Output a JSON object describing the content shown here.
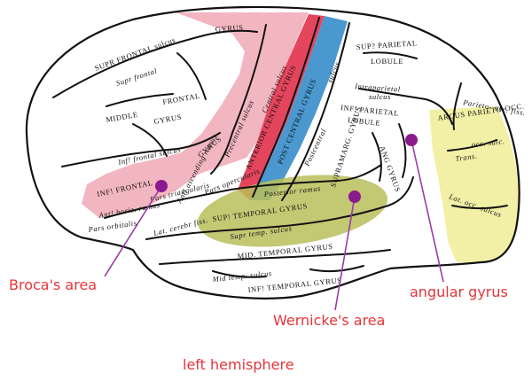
{
  "colors": {
    "pink": "#f2b6c0",
    "red": "#e4455d",
    "blue": "#4a98cf",
    "olive": "#b9be5a",
    "yellow": "#f1f0a6",
    "marker": "#8a1a8e",
    "pointer": "#9b3aa8",
    "label": "#e5353a"
  },
  "annotations": {
    "broca": "Broca's area",
    "wernicke": "Wernicke's area",
    "angular": "angular gyrus",
    "hemisphere": "left hemisphere"
  },
  "brain_labels": {
    "gyrus_top": "GYRUS",
    "sup_frontal_sulcus": "SUPR FRONTAL sulcus",
    "supr_frontal": "Supr frontal",
    "middle": "MIDDLE",
    "frontal": "FRONTAL",
    "gyrus_mid": "GYRUS",
    "inf_frontal_sulcus": "Inf! frontal sulcus",
    "infr_frontal": "INF! FRONTAL",
    "pars_triangularis": "Pars triangularis",
    "ant_horiz_ramus": "Ant! horiz. ramus",
    "pars_orbitalis": "Pars orbitalis",
    "lat_cereb_fiss": "Lat. cerebr fiss.",
    "gyrus_low": "GYRUS",
    "ant_asc_ramus": "Ant! ascending ramus",
    "pars_opercularis": "Pars opercularis",
    "precentral_sulcus": "Precentral sulcus",
    "anterior_central_gyrus": "ANTERIOR CENTRAL GYRUS",
    "central_sulcus": "Central sulcus",
    "post_central_gyrus": "POST CENTRAL GYRUS",
    "postcentral": "Postcentral",
    "sulcus": "sulcus",
    "supr_parietal": "SUP? PARIETAL",
    "lobule": "LOBULE",
    "intraparietal": "Intraparietal",
    "sulcus2": "sulcus",
    "infr_parietal": "INF! PARIETAL",
    "lobule2": "LOBULE",
    "supramarg_gyrus": "SUPRAMARG. GYRUS",
    "ang_gyrus": "ANG GYRUS",
    "parieto_occ_fiss": "Parieto- occ. fiss.",
    "arcus_parieto_occ": "ARCUS PARIETO-OCC.",
    "occ_sulc": "occ. sulc.",
    "trans": "Trans.",
    "lat_occ_sulcus": "Lat. occ. sulcus",
    "posterior_ramus": "Posterior ramus",
    "sup_temporal_gyrus": "SUP! TEMPORAL GYRUS",
    "supr_temp_sulcus": "Supr temp. sulcus",
    "mid_temporal_gyrus": "MID. TEMPORAL GYRUS",
    "mid_temp_sulcus": "Mid temp. sulcus",
    "inf_temporal_gyrus": "INF! TEMPORAL GYRUS"
  }
}
